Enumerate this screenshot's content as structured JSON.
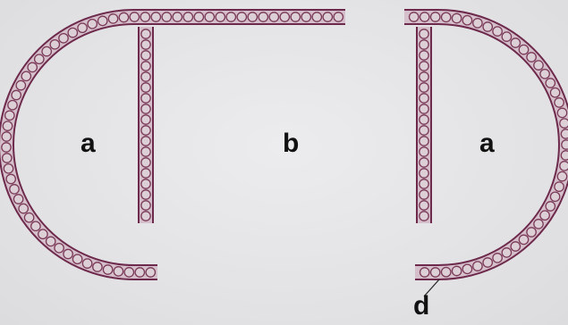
{
  "labels": {
    "left_region": "a",
    "middle_region": "b",
    "right_region": "a",
    "pointer_label": "d"
  },
  "colors": {
    "background": "#e4e4e6",
    "tube_fill": "#d5bfca",
    "tube_stroke": "#6e2a4c",
    "bead_fill": "#ddcfd6",
    "bead_stroke": "#7a3a58",
    "label_text": "#111111"
  },
  "counts": {
    "tube_segments": 4
  }
}
